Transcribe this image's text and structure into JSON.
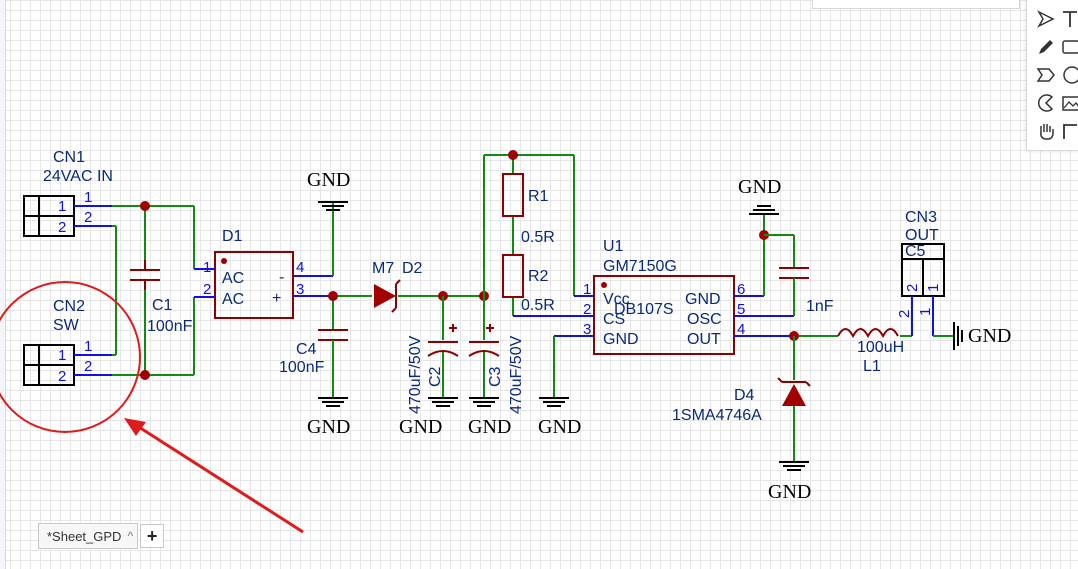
{
  "schematic": {
    "connectors": {
      "cn1": {
        "ref": "CN1",
        "value": "24VAC IN",
        "pins": [
          "1",
          "2"
        ]
      },
      "cn2": {
        "ref": "CN2",
        "value": "SW",
        "pins": [
          "1",
          "2"
        ]
      },
      "cn3": {
        "ref": "CN3",
        "value": "OUT",
        "sub": "C5",
        "pins": [
          "2",
          "1"
        ]
      }
    },
    "components": {
      "d1": {
        "ref": "D1",
        "pin_ac1": "AC",
        "pin_ac2": "AC",
        "pin_minus": "-",
        "pin_plus": "+",
        "pins": [
          "1",
          "2",
          "4",
          "3"
        ]
      },
      "c1": {
        "ref": "C1",
        "value": "100nF"
      },
      "c4": {
        "ref": "C4",
        "value": "100nF"
      },
      "d2": {
        "ref": "D2",
        "value": "M7"
      },
      "c2": {
        "ref": "C2",
        "value": "470uF/50V"
      },
      "c3": {
        "ref": "C3",
        "value": "470uF/50V"
      },
      "r1": {
        "ref": "R1",
        "value": "0.5R"
      },
      "r2": {
        "ref": "R2",
        "value": "0.5R"
      },
      "u1": {
        "ref": "U1",
        "value": "GM7150G",
        "overlap": "DB107S",
        "pin_vcc": "Vcc",
        "pin_cs": "CS",
        "pin_gnd": "GND",
        "pin_gnd2": "GND",
        "pin_osc": "OSC",
        "pin_out": "OUT",
        "pins": [
          "1",
          "2",
          "3",
          "6",
          "5",
          "4"
        ]
      },
      "c_osc": {
        "value": "1nF"
      },
      "d4": {
        "ref": "D4",
        "value": "1SMA4746A"
      },
      "l1": {
        "ref": "L1",
        "value": "100uH"
      }
    },
    "gnd_label": "GND"
  },
  "ui": {
    "sheet_tab": "*Sheet_GPD",
    "sheet_tab_chevron": "^",
    "add_tab": "+"
  },
  "toolbar": {
    "tools": [
      "pointer-icon",
      "text-icon",
      "pencil-icon",
      "rectangle-icon",
      "arrow-shape-icon",
      "ellipse-icon",
      "arc-icon",
      "image-icon",
      "hand-icon",
      "line-corner-icon"
    ]
  },
  "colors": {
    "wire": "#138a13",
    "component": "#8b0000",
    "pin_number": "#1010e0",
    "label": "#0a2a78",
    "annotation": "#e01b1b"
  }
}
